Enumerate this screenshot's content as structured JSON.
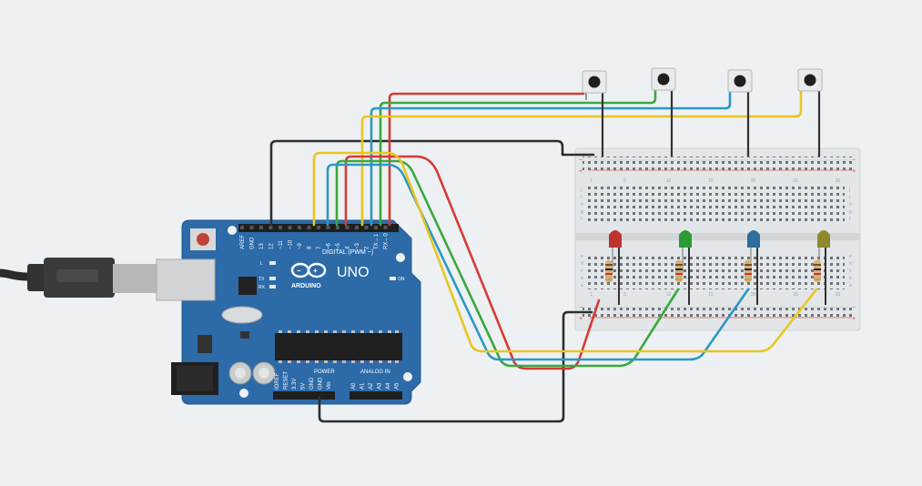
{
  "arduino": {
    "brand": "ARDUINO",
    "model": "UNO",
    "digital_label": "DIGITAL (PWM ~)",
    "power_label": "POWER",
    "analog_label": "ANALOG IN",
    "on_label": "ON",
    "l_label": "L",
    "tx_label": "TX",
    "rx_label": "RX",
    "digital_pins": [
      "AREF",
      "GND",
      "13",
      "12",
      "~11",
      "~10",
      "~9",
      "8",
      "7",
      "~6",
      "~5",
      "4",
      "~3",
      "2",
      "TX→1",
      "RX←0"
    ],
    "power_pins": [
      "IOREF",
      "RESET",
      "3.3V",
      "5V",
      "GND",
      "GND",
      "Vin"
    ],
    "analog_pins": [
      "A0",
      "A1",
      "A2",
      "A3",
      "A4",
      "A5"
    ]
  },
  "breadboard": {
    "top_letters": [
      "j",
      "i",
      "h",
      "g",
      "f"
    ],
    "bottom_letters": [
      "e",
      "d",
      "c",
      "b",
      "a"
    ],
    "column_numbers": [
      "1",
      "5",
      "10",
      "15",
      "20",
      "25",
      "30"
    ]
  },
  "colors": {
    "board": "#2c6aa8",
    "breadboard": "#e3e6e8",
    "red_wire": "#d63a36",
    "green_wire": "#39a83f",
    "blue_wire": "#2d97c6",
    "yellow_wire": "#e7c623",
    "black_wire": "#2e2e2e",
    "led_red": "#c0342f",
    "led_green": "#2d9b34",
    "led_blue": "#2d6e9c",
    "led_yellow": "#8d8a2e"
  }
}
